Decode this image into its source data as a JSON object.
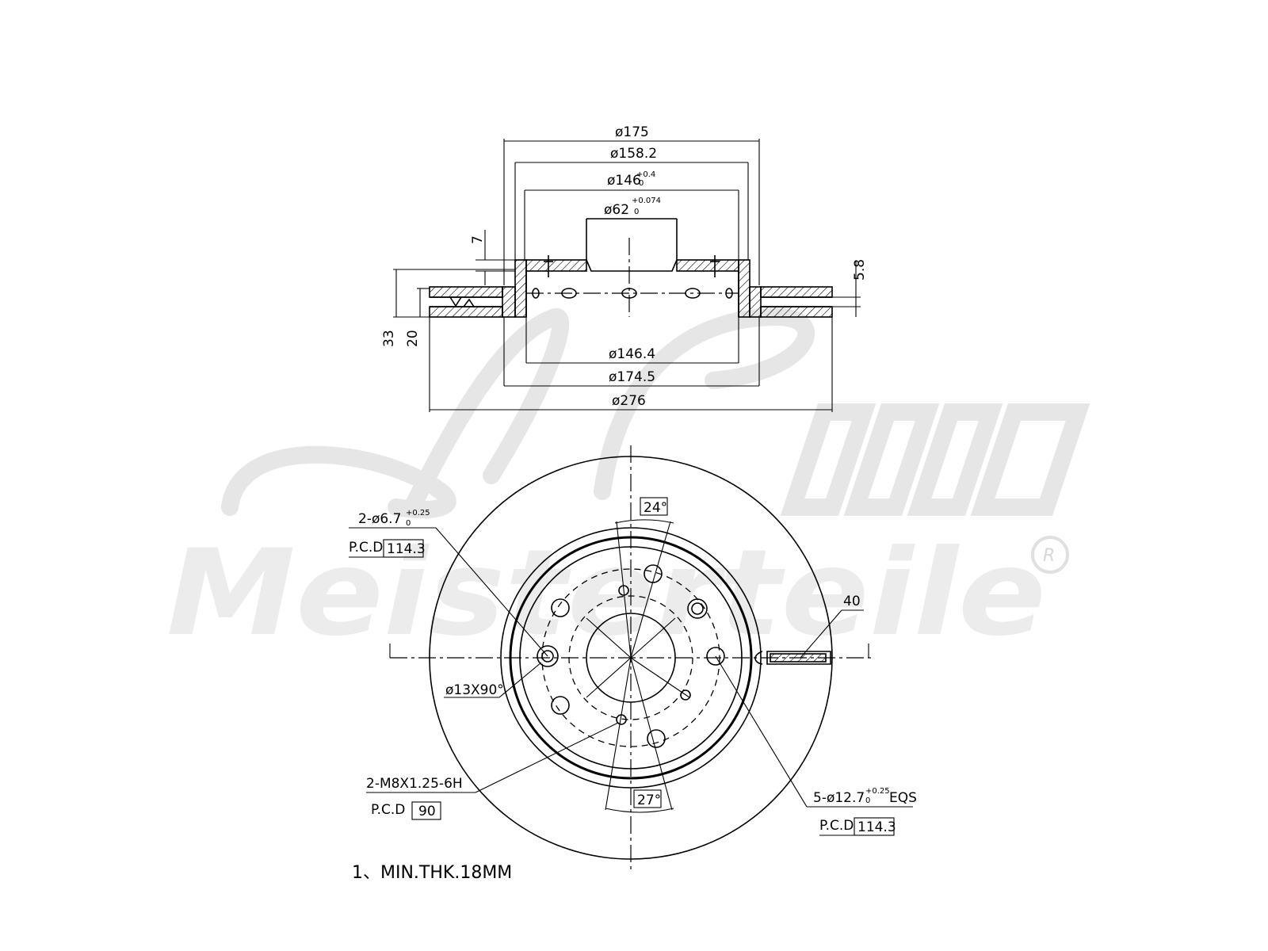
{
  "section_view": {
    "dims_top": [
      {
        "text": "ø175"
      },
      {
        "text": "ø158.2"
      },
      {
        "text": "ø146",
        "tol_upper": "+0.4",
        "tol_lower": "0"
      },
      {
        "text": "ø62",
        "tol_upper": "+0.074",
        "tol_lower": "0"
      }
    ],
    "dims_bottom": [
      {
        "text": "ø146.4"
      },
      {
        "text": "ø174.5"
      },
      {
        "text": "ø276"
      }
    ],
    "dims_vertical": {
      "hat_thickness": "7",
      "disc_offset": "5.8",
      "overall_height": "33",
      "disc_thickness": "20"
    }
  },
  "plan_view": {
    "angle_top": "24°",
    "angle_bottom": "27°",
    "callouts": {
      "locating_holes": {
        "text": "2-ø6.7",
        "tol_upper": "+0.25",
        "tol_lower": "0",
        "pcd_label": "P.C.D",
        "pcd_value": "114.3"
      },
      "chamfer": {
        "text": "ø13X90°"
      },
      "threaded_holes": {
        "text": "2-M8X1.25-6H",
        "pcd_label": "P.C.D",
        "pcd_value": "90"
      },
      "stud_holes": {
        "text": "5-ø12.7",
        "tol_upper": "+0.25",
        "tol_lower": "0",
        "suffix": "EQS",
        "pcd_label": "P.C.D",
        "pcd_value": "114.3"
      },
      "vent_width": {
        "text": "40"
      }
    }
  },
  "notes": [
    "1、MIN.THK.18MM"
  ],
  "watermark": {
    "brand": "A.L. Meisterteile",
    "registered": "R"
  }
}
